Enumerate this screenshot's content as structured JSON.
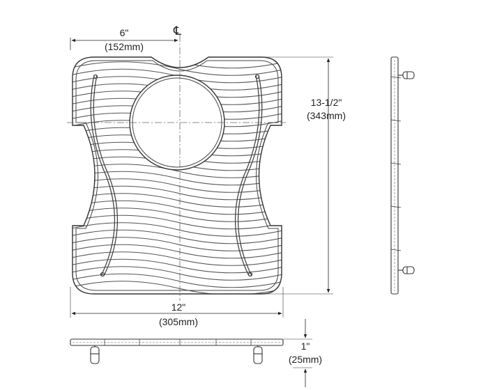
{
  "drawing": {
    "top_width": {
      "imperial": "6\"",
      "metric": "(152mm)"
    },
    "centerline": "℄",
    "height": {
      "imperial": "13-1/2\"",
      "metric": "(343mm)"
    },
    "width": {
      "imperial": "12\"",
      "metric": "(305mm)"
    },
    "depth": {
      "imperial": "1\"",
      "metric": "(25mm)"
    }
  },
  "colors": {
    "line": "#333333",
    "wire": "#555555",
    "centerline": "#666666",
    "background": "#ffffff"
  }
}
